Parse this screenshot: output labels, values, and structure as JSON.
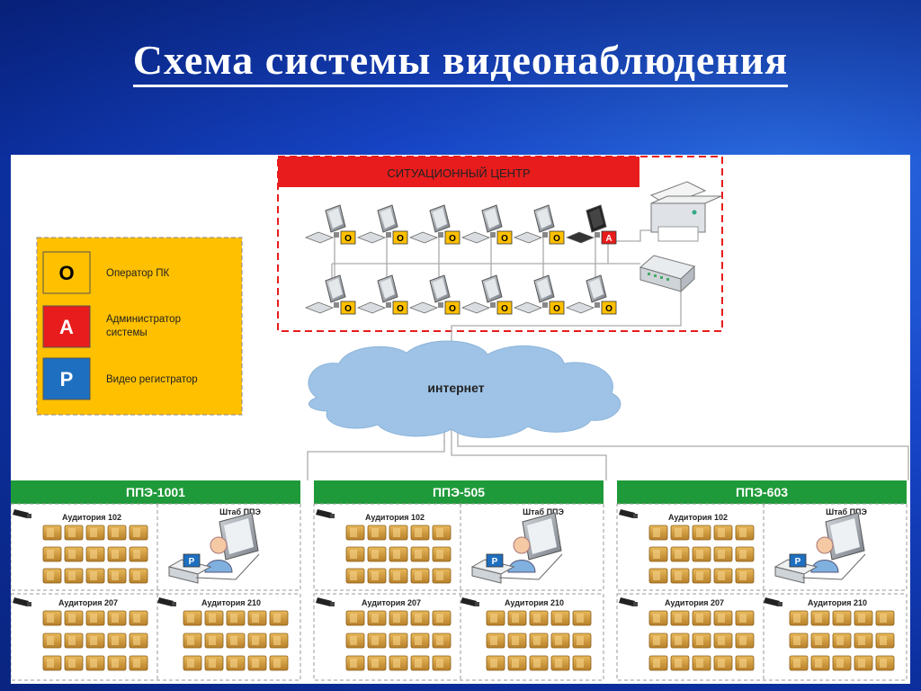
{
  "title": "Схема системы видеонаблюдения",
  "situation_center": "СИТУАЦИОННЫЙ ЦЕНТР",
  "internet": "интернет",
  "legend": [
    {
      "code": "O",
      "label": "Оператор ПК",
      "color": "#ffc000",
      "text": "#000"
    },
    {
      "code": "A",
      "label": "Администратор\nсистемы",
      "color": "#e81c1c",
      "text": "#fff"
    },
    {
      "code": "P",
      "label": "Видео регистратор",
      "color": "#1e6fbf",
      "text": "#fff"
    }
  ],
  "operator_badge": "O",
  "admin_badge": "A",
  "recorder_badge": "P",
  "sites": [
    {
      "name": "ППЭ-1001"
    },
    {
      "name": "ППЭ-505"
    },
    {
      "name": "ППЭ-603"
    }
  ],
  "room_labels": {
    "aud102": "Аудитория 102",
    "shtab": "Штаб ППЭ",
    "aud207": "Аудитория 207",
    "aud210": "Аудитория 210"
  },
  "colors": {
    "red": "#e81c1c",
    "green": "#1f9a3a",
    "orange": "#ffc000",
    "blue": "#1e6fbf",
    "cloud": "#9ec3e6"
  }
}
